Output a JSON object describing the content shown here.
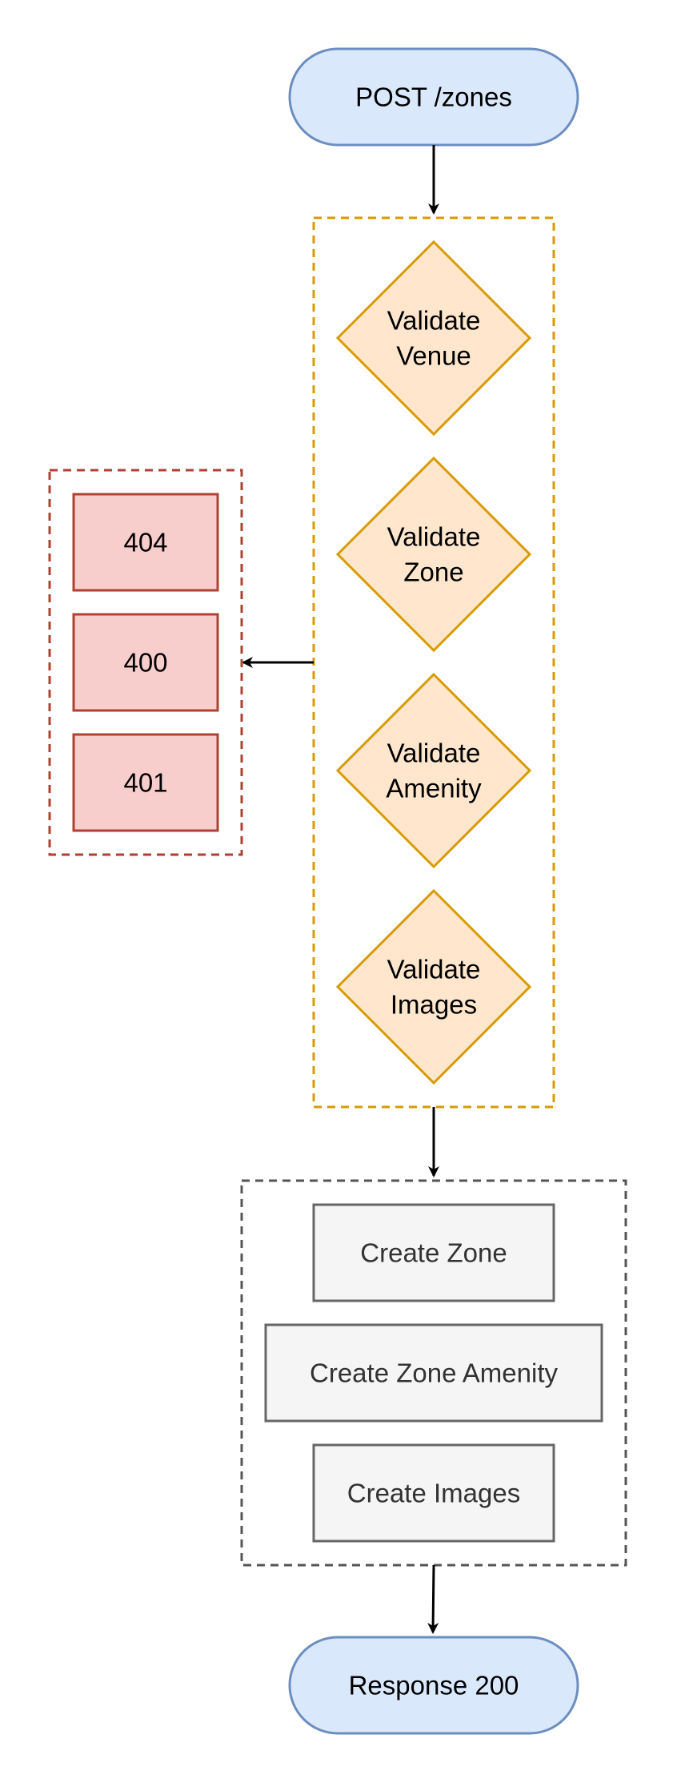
{
  "start": {
    "label": "POST /zones"
  },
  "validations": [
    {
      "line1": "Validate",
      "line2": "Venue"
    },
    {
      "line1": "Validate",
      "line2": "Zone"
    },
    {
      "line1": "Validate",
      "line2": "Amenity"
    },
    {
      "line1": "Validate",
      "line2": "Images"
    }
  ],
  "errors": [
    "404",
    "400",
    "401"
  ],
  "actions": [
    "Create Zone",
    "Create Zone Amenity",
    "Create Images"
  ],
  "end": {
    "label": "Response 200"
  },
  "colors": {
    "terminal_fill": "#dae8fc",
    "terminal_stroke": "#6c8ebf",
    "decision_fill": "#ffe6cc",
    "decision_stroke": "#d79b00",
    "error_fill": "#f8cecc",
    "error_stroke": "#ae4132",
    "action_fill": "#f5f5f5",
    "action_stroke": "#666666"
  }
}
